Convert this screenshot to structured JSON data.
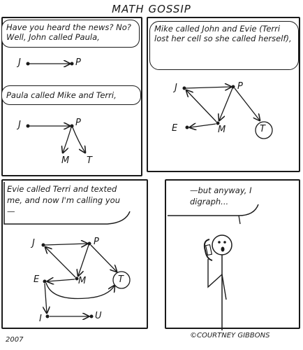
{
  "comic": {
    "title": "MATH GOSSIP",
    "year": "2007",
    "credit": "©COURTNEY GIBBONS"
  },
  "panel1": {
    "bubble_top": "Have you heard the news? No? Well, John called Paula,",
    "bubble_mid": "Paula called Mike and Terri,",
    "nodes_a": {
      "j": "J",
      "p": "P"
    },
    "nodes_b": {
      "j": "J",
      "p": "P",
      "m": "M",
      "t": "T"
    }
  },
  "panel2": {
    "bubble": "Mike called John and Evie (Terri lost her cell so she called herself),",
    "nodes": {
      "j": "J",
      "p": "P",
      "e": "E",
      "m": "M",
      "t": "T"
    }
  },
  "panel3": {
    "text": "Evie called Terri and texted me, and now I'm calling you—",
    "nodes": {
      "j": "J",
      "p": "P",
      "e": "E",
      "m": "M",
      "t": "T",
      "i": "I",
      "u": "U"
    }
  },
  "panel4": {
    "text": "—but anyway, I digraph..."
  }
}
